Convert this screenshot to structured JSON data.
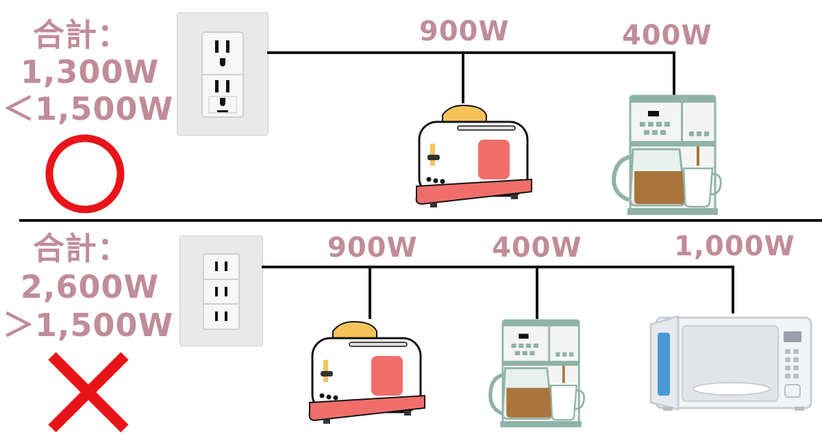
{
  "top": {
    "total_label": "合計：",
    "total_value": "1,300W",
    "comparison": "＜1,500W",
    "verdict": "circle",
    "verdict_color": "#e8141a",
    "watt_labels": [
      "900W",
      "400W"
    ],
    "appliances": [
      "toaster-icon",
      "coffee-maker-icon"
    ]
  },
  "bottom": {
    "total_label": "合計：",
    "total_value": "2,600W",
    "comparison": "＞1,500W",
    "verdict": "cross",
    "verdict_color": "#e8141a",
    "watt_labels": [
      "900W",
      "400W",
      "1,000W"
    ],
    "appliances": [
      "toaster-icon",
      "coffee-maker-icon",
      "microwave-icon"
    ]
  },
  "colors": {
    "text": "#c08c99",
    "wire": "#111111",
    "toaster_base": "#f06e6a",
    "bread": "#f5c35a",
    "appliance_teal": "#8fb3a6",
    "coffee": "#a9743c"
  }
}
